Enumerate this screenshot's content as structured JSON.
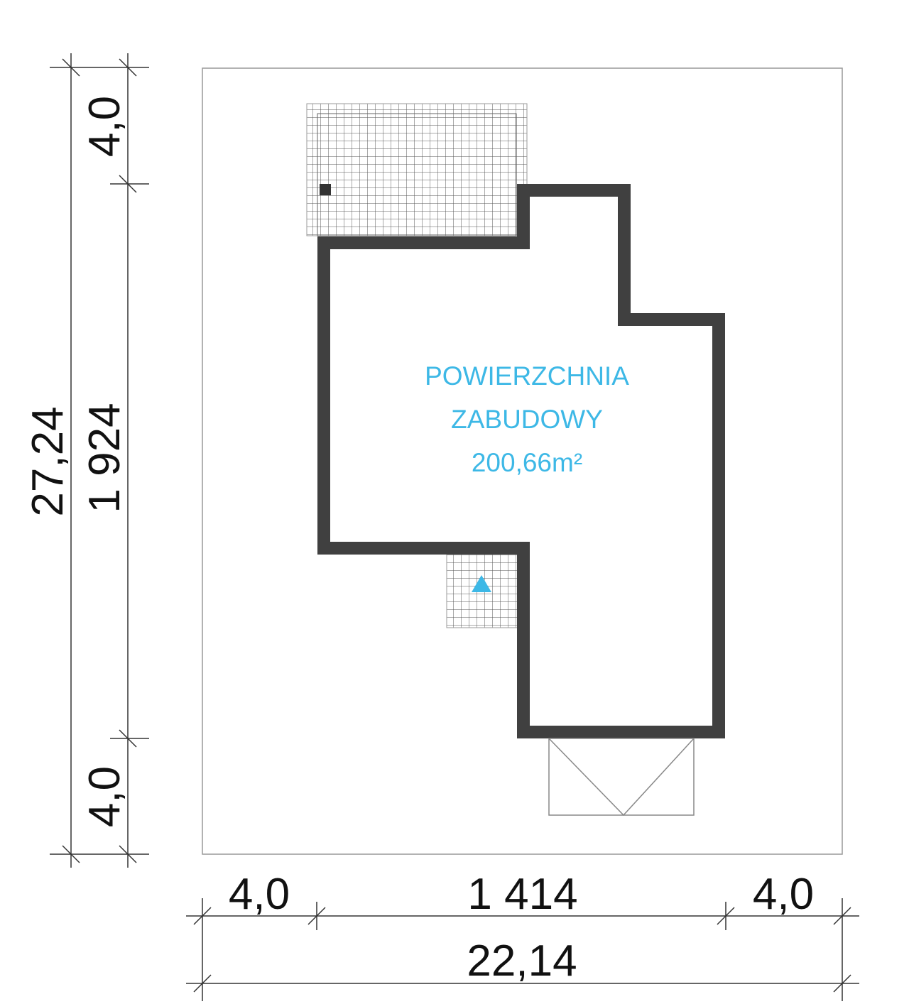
{
  "area_label": {
    "line1": "POWIERZCHNIA",
    "line2": "ZABUDOWY",
    "value": "200,66m²"
  },
  "dimensions": {
    "vertical_total": "27,24",
    "vertical_building": "1 924",
    "vertical_top_margin": "4,0",
    "vertical_bottom_margin": "4,0",
    "horizontal_left_margin": "4,0",
    "horizontal_building": "1 414",
    "horizontal_right_margin": "4,0",
    "horizontal_total": "22,14"
  },
  "colors": {
    "wall": "#404040",
    "label": "#3db8e6",
    "entrance_marker": "#3db8e6"
  }
}
